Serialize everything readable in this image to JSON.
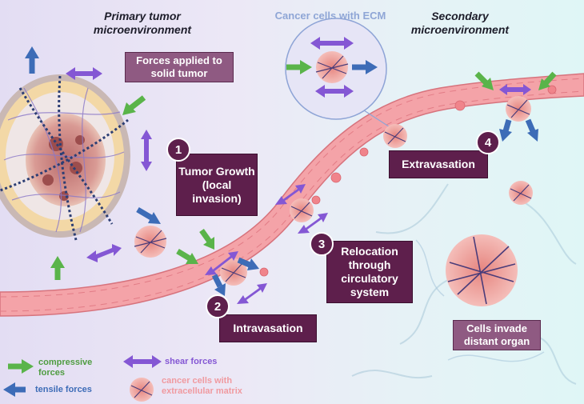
{
  "headings": {
    "primary": "Primary tumor microenvironment",
    "secondary": "Secondary microenvironment",
    "inset": "Cancer cells with ECM"
  },
  "labels": {
    "forces_applied": "Forces applied to solid tumor",
    "cells_invade": "Cells invade distant organ"
  },
  "steps": [
    {
      "number": "1",
      "label": "Tumor Growth (local invasion)"
    },
    {
      "number": "2",
      "label": "Intravasation"
    },
    {
      "number": "3",
      "label": "Relocation through circulatory system"
    },
    {
      "number": "4",
      "label": "Extravasation"
    }
  ],
  "legend": {
    "compressive": "compressive forces",
    "tensile": "tensile forces",
    "shear": "shear forces",
    "cells_ecm": "cancer cells with extracellular matrix"
  },
  "colors": {
    "compressive": "#5ab44a",
    "tensile": "#3d6cb7",
    "shear": "#8457d4",
    "vessel": "#f4a3a8",
    "label_dark": "#5e1f4c",
    "label_light": "#8f5a82",
    "cells_ecm_text": "#f09aa0",
    "inset_text": "#8fa6d6"
  }
}
